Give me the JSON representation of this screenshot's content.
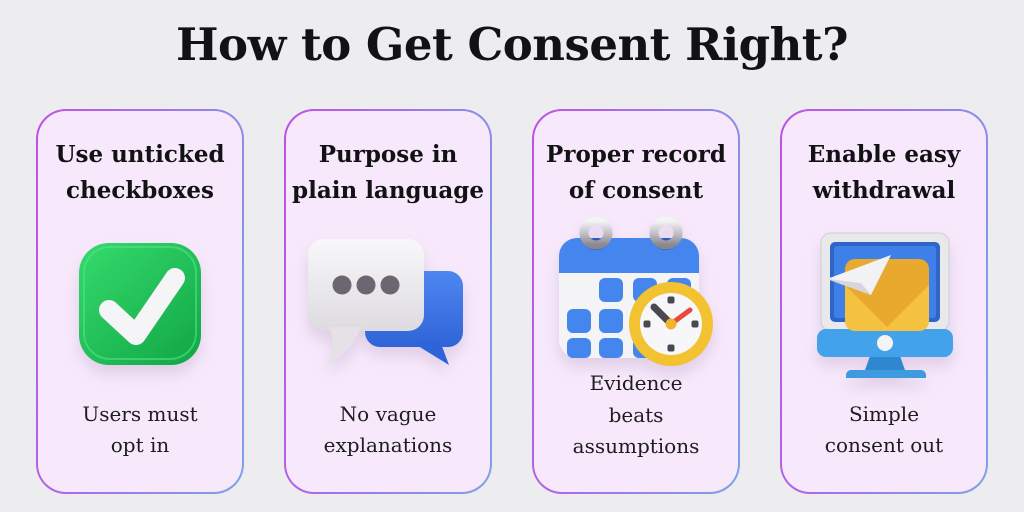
{
  "page": {
    "title": "How to Get Consent Right?"
  },
  "colors": {
    "page_bg": "#EDECEE",
    "card_bg": "#F7E9FB",
    "card_border_start": "#C24FE8",
    "card_border_end": "#7CA2E8",
    "heading_text": "#121113",
    "caption_text": "#1E1C20",
    "check_green": "#1FC457",
    "bubble_blue": "#3E78E8",
    "calendar_blue": "#4585EE",
    "monitor_sky_blue": "#42A2EA",
    "clock_yellow": "#F2C230",
    "envelope_yellow": "#F5C240",
    "clock_red_hand": "#E64A3C"
  },
  "cards": [
    {
      "title": "Use unticked checkboxes",
      "title_lines": [
        "Use unticked",
        "checkboxes"
      ],
      "icon": "checkbox-checked-icon",
      "caption": "Users must opt in",
      "caption_lines": [
        "Users must",
        "opt in"
      ]
    },
    {
      "title": "Purpose in plain language",
      "title_lines": [
        "Purpose in",
        "plain language"
      ],
      "icon": "chat-bubbles-icon",
      "caption": "No vague explanations",
      "caption_lines": [
        "No vague",
        "explanations"
      ]
    },
    {
      "title": "Proper record of consent",
      "title_lines": [
        "Proper record",
        "of consent"
      ],
      "icon": "calendar-clock-icon",
      "caption": "Evidence beats assumptions",
      "caption_lines": [
        "Evidence",
        "beats",
        "assumptions"
      ]
    },
    {
      "title": "Enable easy withdrawal",
      "title_lines": [
        "Enable easy",
        "withdrawal"
      ],
      "icon": "monitor-email-icon",
      "caption": "Simple consent out",
      "caption_lines": [
        "Simple",
        "consent out"
      ]
    }
  ]
}
